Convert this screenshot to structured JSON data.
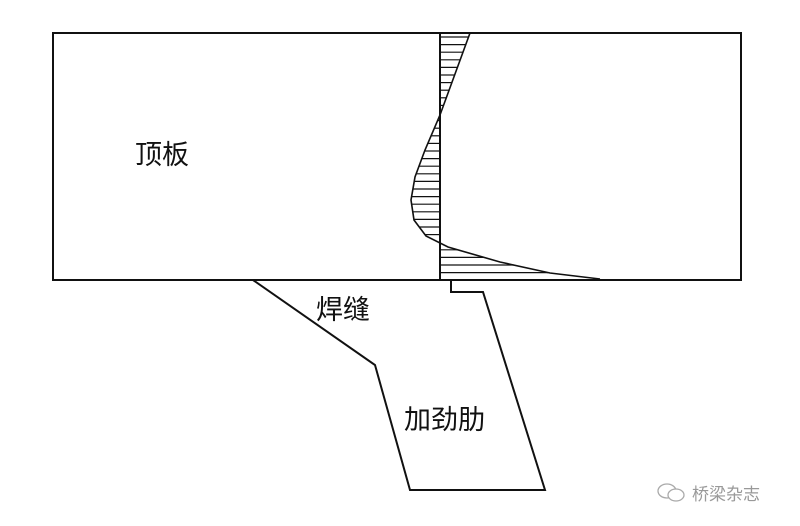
{
  "labels": {
    "top_plate": "顶板",
    "weld": "焊缝",
    "stiffener": "加劲肋"
  },
  "watermark": {
    "icon": "wechat-icon",
    "text": "桥梁杂志"
  },
  "colors": {
    "line": "#111111",
    "watermark": "#999999"
  }
}
